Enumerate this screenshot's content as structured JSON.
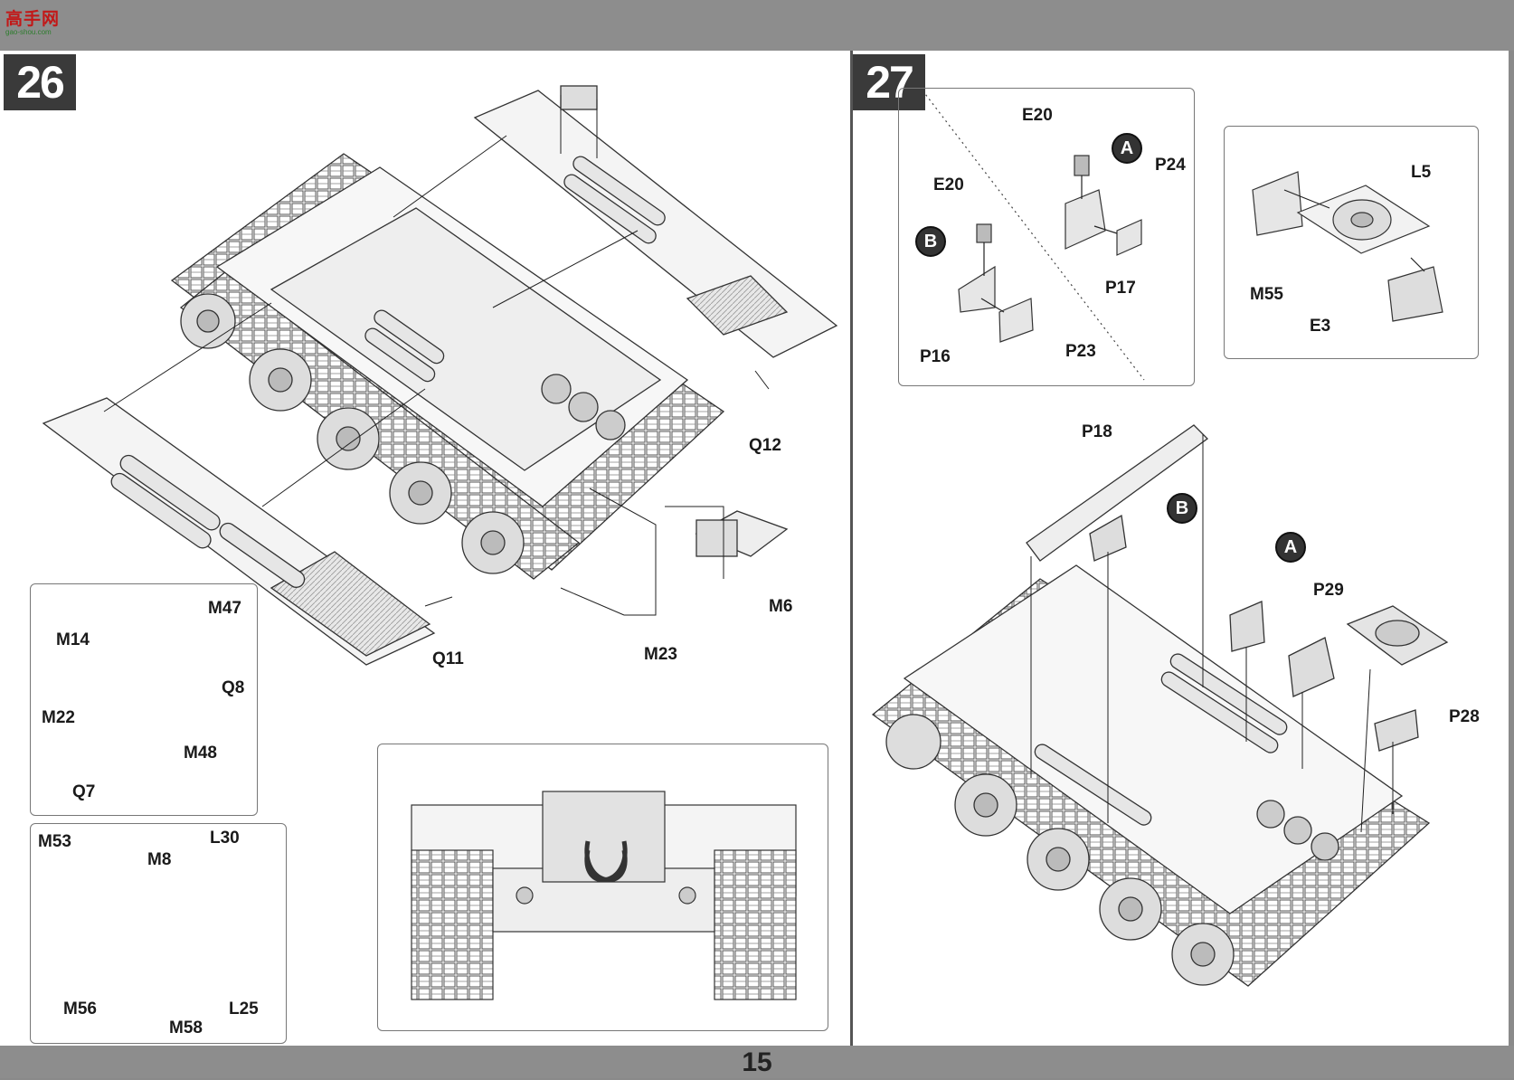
{
  "watermark": {
    "logo_text": "高手网",
    "logo_url": "gao-shou.com"
  },
  "page_number": "15",
  "step26": {
    "number": "26",
    "main_labels": [
      "Q12",
      "Q11",
      "M23",
      "M6"
    ],
    "inset_a_labels": [
      "M47",
      "M14",
      "M22",
      "Q8",
      "M48",
      "Q7"
    ],
    "inset_b_labels": [
      "M53",
      "M8",
      "L30",
      "M56",
      "M58",
      "L25"
    ]
  },
  "step27": {
    "number": "27",
    "inset_a_labels": [
      "E20",
      "E20",
      "P24",
      "P17",
      "P16",
      "P23"
    ],
    "inset_a_markers": [
      "A",
      "B"
    ],
    "inset_b_labels": [
      "L5",
      "M55",
      "E3"
    ],
    "main_labels": [
      "P18",
      "P29",
      "P28"
    ],
    "main_markers": [
      "B",
      "A"
    ]
  }
}
